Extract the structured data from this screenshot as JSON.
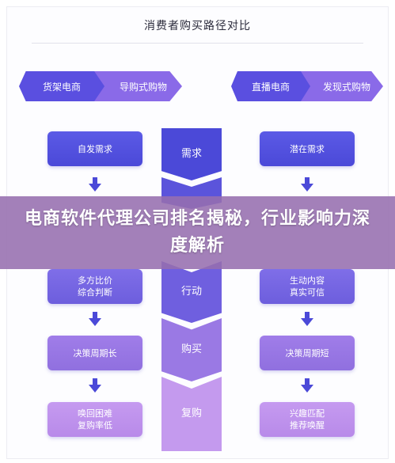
{
  "title": "消费者购买路径对比",
  "headers": {
    "left_primary": "货架电商",
    "left_secondary": "导购式购物",
    "right_primary": "直播电商",
    "right_secondary": "发现式购物"
  },
  "left_column": [
    "自发需求",
    "",
    "多方比价\n综合判断",
    "决策周期长",
    "唤回困难\n复购率低"
  ],
  "center_column": [
    "需求",
    "",
    "行动",
    "购买",
    "复购"
  ],
  "right_column": [
    "潜在需求",
    "",
    "生动内容\n真实可信",
    "决策周期短",
    "兴趣匹配\n推荐唤醒"
  ],
  "banner": {
    "text": "电商软件代理公司排名揭秘，行业影响力深度解析"
  },
  "colors": {
    "accent": "#5a4fe0",
    "secondary": "#8a6ae8",
    "banner": "#966eaf"
  }
}
